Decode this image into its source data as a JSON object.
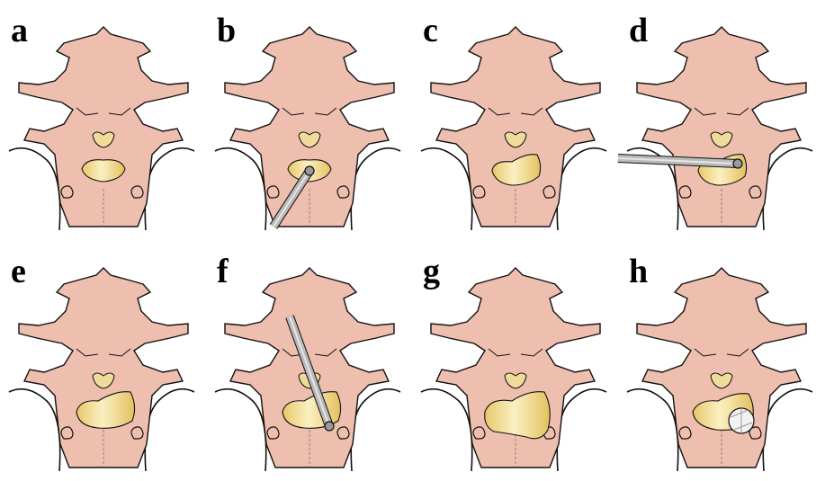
{
  "panels": [
    {
      "label": "a",
      "instrument": "none",
      "window": "small"
    },
    {
      "label": "b",
      "instrument": "probe-lower-oblique",
      "window": "small"
    },
    {
      "label": "c",
      "instrument": "none",
      "window": "enlarged"
    },
    {
      "label": "d",
      "instrument": "probe-horizontal",
      "window": "enlarged"
    },
    {
      "label": "e",
      "instrument": "none",
      "window": "large"
    },
    {
      "label": "f",
      "instrument": "probe-upper-oblique",
      "window": "large"
    },
    {
      "label": "g",
      "instrument": "none",
      "window": "large-extended"
    },
    {
      "label": "h",
      "instrument": "graft",
      "window": "large-with-graft"
    }
  ],
  "colors": {
    "bone": "#eebeae",
    "disc": "#f0dc9a",
    "outline": "#111111",
    "instrument": "#b9b9b9",
    "label": "#000000"
  },
  "icons": [
    "spine-illustration",
    "endoscope-instrument",
    "bone-graft"
  ]
}
